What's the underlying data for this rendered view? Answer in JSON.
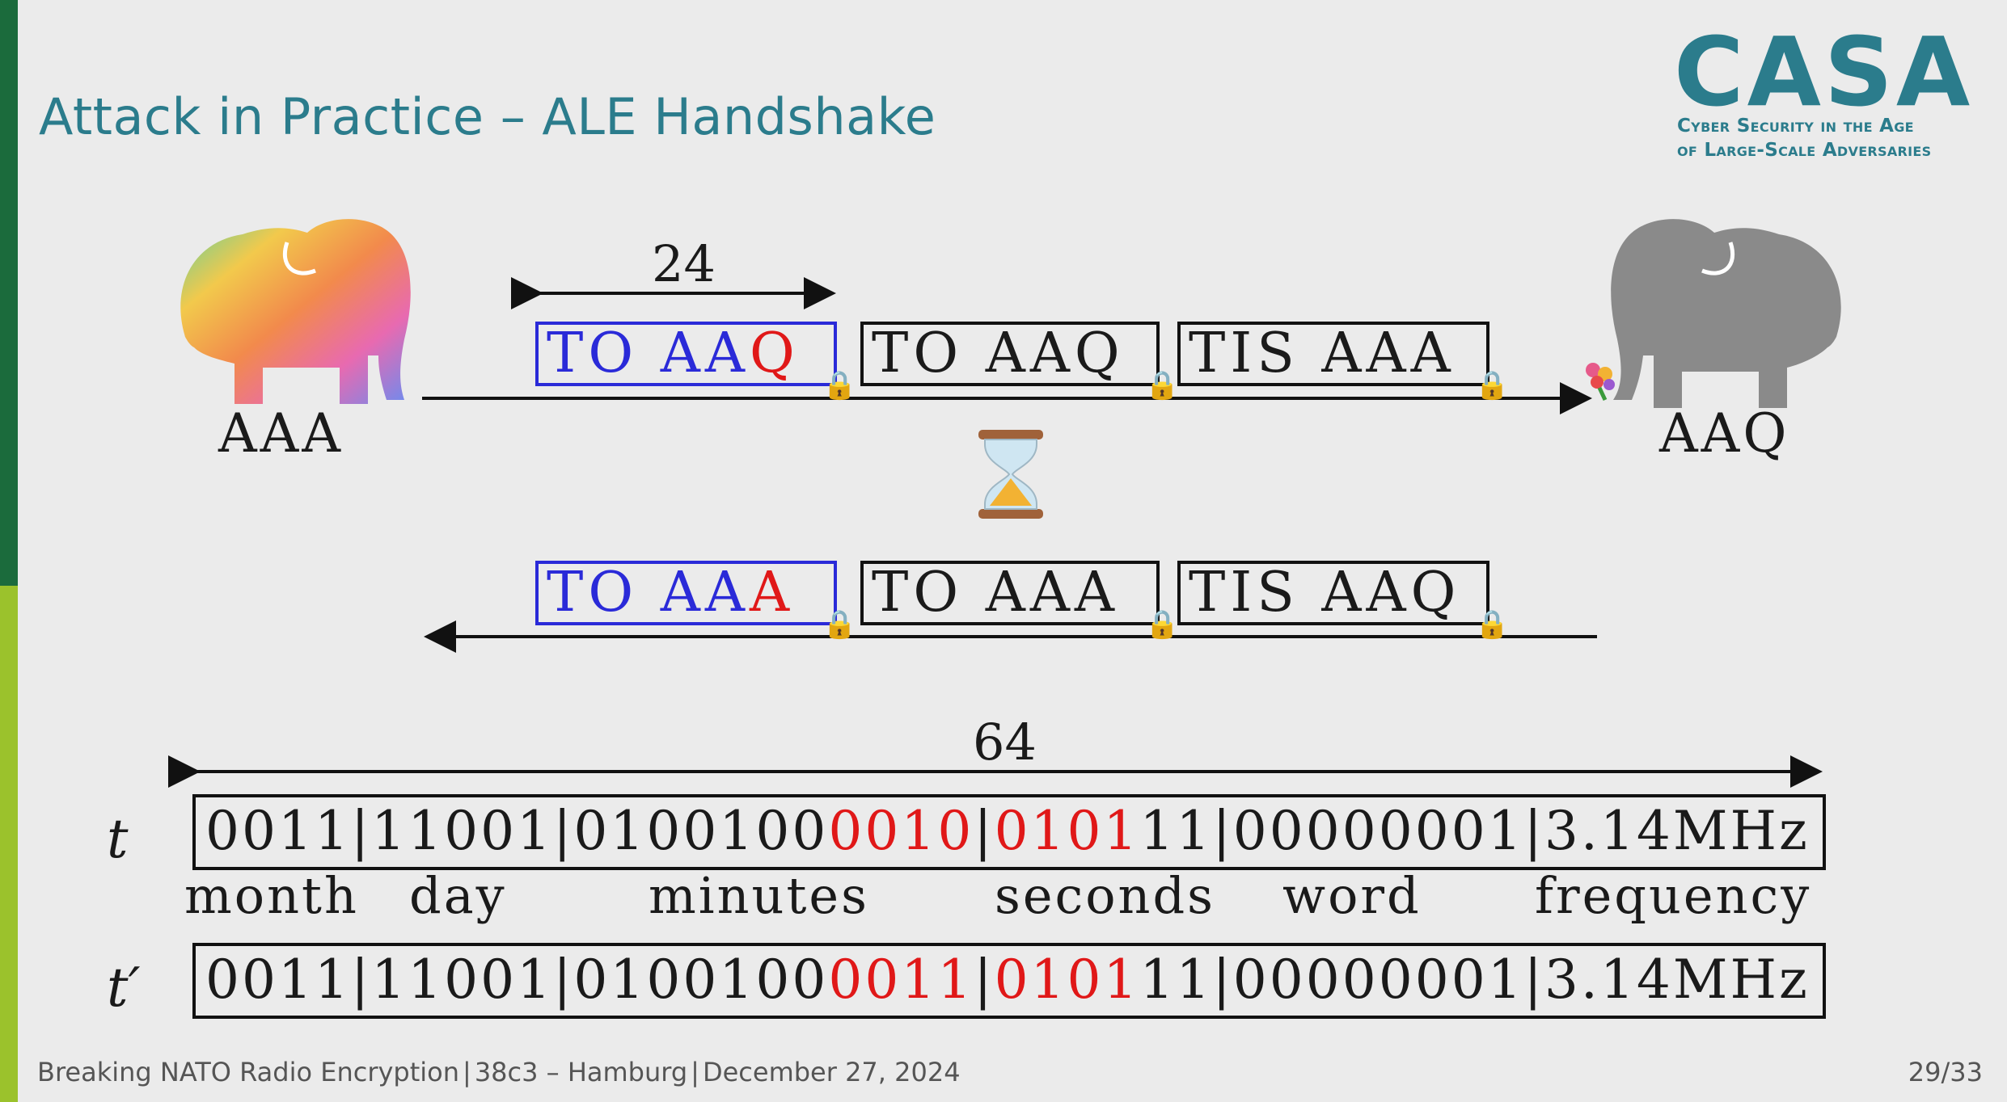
{
  "slide": {
    "title": "Attack in Practice – ALE Handshake",
    "logo": {
      "word": "CASA",
      "line1": "Cyber Security in the Age",
      "line2": "of Large-Scale Adversaries"
    },
    "elephants": {
      "left_label": "AAA",
      "right_label": "AAQ"
    },
    "top_width_label": "24",
    "top_row": [
      {
        "prefix": "TO AA",
        "highlight": "Q"
      },
      {
        "text": "TO AAQ"
      },
      {
        "text": "TIS AAA"
      }
    ],
    "bottom_row": [
      {
        "prefix": "TO AA",
        "highlight": "A"
      },
      {
        "text": "TO AAA"
      },
      {
        "text": "TIS AAQ"
      }
    ],
    "time_width_label": "64",
    "t_label": "t",
    "t_prime_label": "t′",
    "t_row": {
      "part1": "0011|11001|0100100",
      "red1": "0010",
      "sep": "|",
      "red2": "0101",
      "part2": "11|00000001|3.14MHz"
    },
    "t_prime_row": {
      "part1": "0011|11001|0100100",
      "red1": "0011",
      "sep": "|",
      "red2": "0101",
      "part2": "11|00000001|3.14MHz"
    },
    "fields": [
      "month",
      "day",
      "minutes",
      "seconds",
      "word",
      "frequency"
    ],
    "footer": {
      "talk": "Breaking NATO Radio Encryption",
      "event": "38c3 – Hamburg",
      "date": "December 27, 2024",
      "page": "29/33"
    }
  },
  "colors": {
    "title": "#2b7c8c",
    "sidebar_dark": "#1b6b3c",
    "sidebar_light": "#9bc22c",
    "highlight_red": "#e01818",
    "highlight_blue": "#2a2ad8",
    "elephant_right": "#8a8a8a"
  },
  "icons": [
    "elephant-rainbow-icon",
    "elephant-gray-icon",
    "lock-icon",
    "hourglass-icon",
    "flower-bouquet-icon"
  ]
}
